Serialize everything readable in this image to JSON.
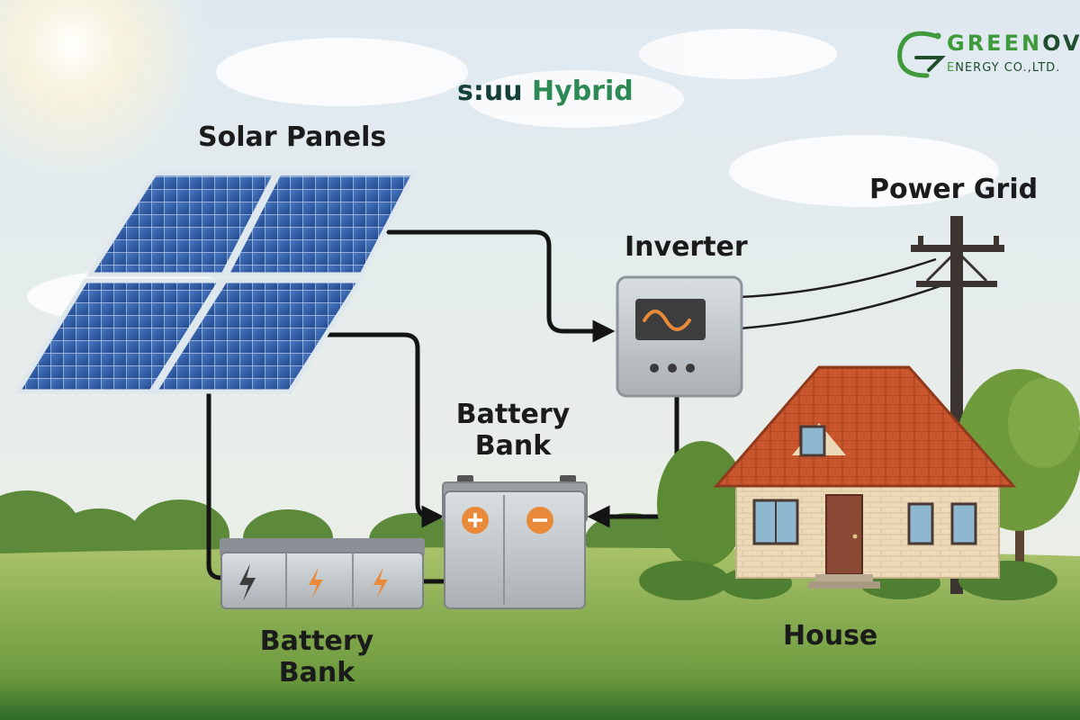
{
  "title": {
    "prefix": "s:uu",
    "main": "Hybrid"
  },
  "brand": {
    "top_green": "GREEN",
    "top_dark": "OVA",
    "bottom_prefix": "E",
    "bottom_rest": "NERGY CO.,LTD."
  },
  "labels": {
    "solar_panels": "Solar Panels",
    "power_grid": "Power Grid",
    "inverter": "Inverter",
    "battery_bank_center": "Battery\nBank",
    "battery_bank_left": "Battery\nBank",
    "house": "House"
  },
  "colors": {
    "sky_top": "#dfe9f1",
    "sky_bottom": "#eef0e4",
    "grass_light": "#a9c26a",
    "grass_dark": "#2f6b2a",
    "panel_blue": "#2f5fa8",
    "panel_frame": "#cfd8e0",
    "wire": "#141414",
    "battery_grey": "#c9cdd0",
    "accent_orange": "#e98a3a",
    "roof": "#c9562d",
    "wall": "#ecd9b8",
    "door": "#8b4a35",
    "title_dark": "#15403a",
    "title_green": "#2e8a55"
  },
  "icons": [
    "sun-glow",
    "solar-panel-icon",
    "inverter-wave-icon",
    "battery-plus-icon",
    "battery-minus-icon",
    "lightning-bolt-icon",
    "utility-pole-icon",
    "house-icon",
    "tree-icon",
    "brand-logo-icon"
  ]
}
